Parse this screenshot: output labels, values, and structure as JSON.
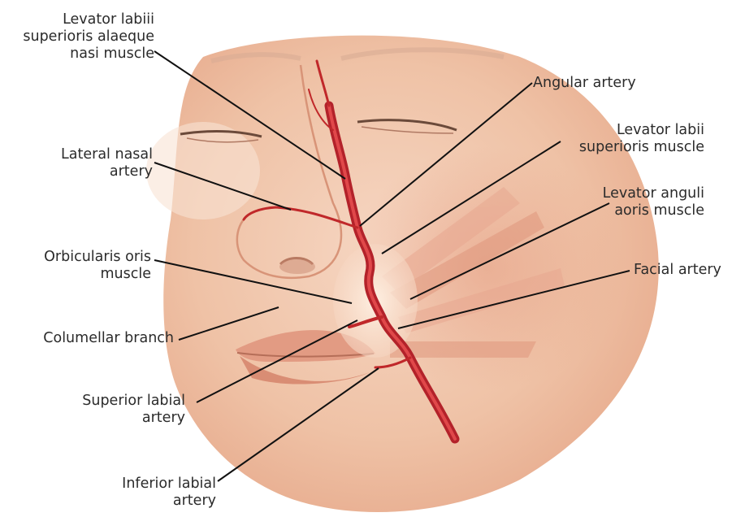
{
  "colors": {
    "skin": "#f0c6ad",
    "skin_shadow": "#d99b80",
    "artery": "#c0282a",
    "leader": "#111111",
    "text": "#2b2b2b"
  },
  "labels": {
    "levator_alaeque": [
      "Levator labiii",
      "superioris alaeque",
      "nasi muscle"
    ],
    "lateral_nasal": [
      "Lateral nasal",
      "artery"
    ],
    "orbicularis": [
      "Orbicularis oris",
      "muscle"
    ],
    "columellar": [
      "Columellar branch"
    ],
    "superior_labial": [
      "Superior labial",
      "artery"
    ],
    "inferior_labial": [
      "Inferior labial",
      "artery"
    ],
    "angular": [
      "Angular artery"
    ],
    "levator_labii": [
      "Levator labii",
      "superioris muscle"
    ],
    "levator_anguli": [
      "Levator anguli",
      "aoris muscle"
    ],
    "facial": [
      "Facial artery"
    ]
  }
}
